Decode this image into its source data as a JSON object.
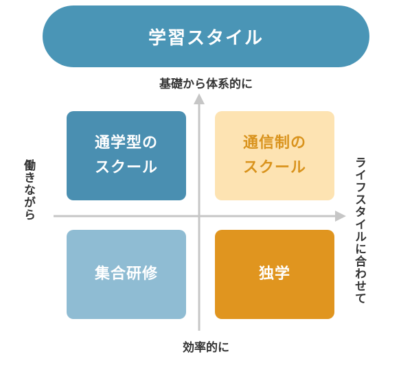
{
  "title": "学習スタイル",
  "axes": {
    "top": "基礎から体系的に",
    "bottom": "効率的に",
    "left": "働きながら",
    "right": "ライフスタイルに合わせて"
  },
  "quadrants": {
    "top_left": {
      "label": "通学型の\nスクール",
      "bg": "#4a8fb1",
      "fg": "#ffffff"
    },
    "top_right": {
      "label": "通信制の\nスクール",
      "bg": "#fde3b2",
      "fg": "#d9931d"
    },
    "bottom_left": {
      "label": "集合研修",
      "bg": "#8fbcd3",
      "fg": "#ffffff"
    },
    "bottom_right": {
      "label": "独学",
      "bg": "#e0951f",
      "fg": "#ffffff"
    }
  },
  "colors": {
    "title_bg": "#4a95b6",
    "axis": "#c6c6c6",
    "text": "#333333"
  }
}
